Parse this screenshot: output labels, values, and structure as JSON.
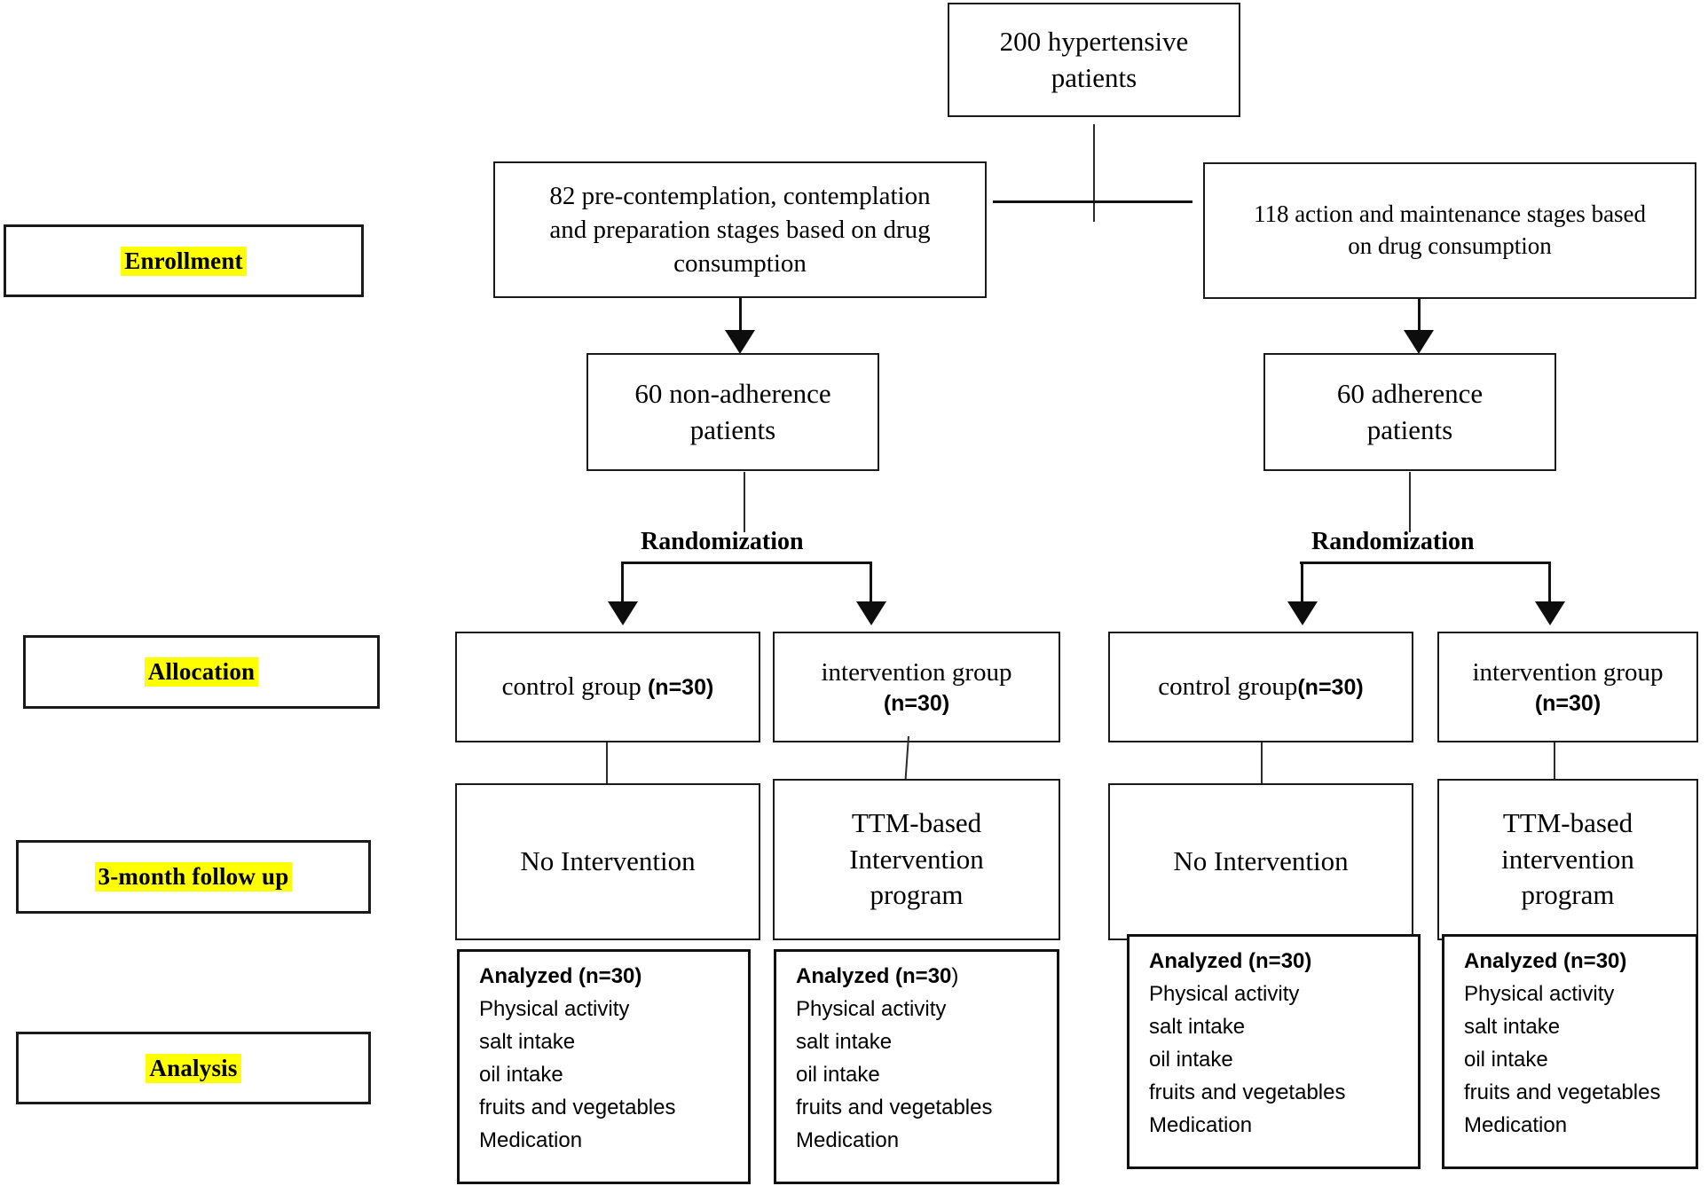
{
  "diagram": {
    "title": "CONSORT-style participant flow diagram",
    "highlight_color": "#ffff00",
    "line_color": "#111111"
  },
  "stages": [
    {
      "key": "enrollment",
      "label": "Enrollment"
    },
    {
      "key": "allocation",
      "label": "Allocation"
    },
    {
      "key": "followup",
      "label": "3-month follow up"
    },
    {
      "key": "analysis",
      "label": "Analysis"
    }
  ],
  "nodes": {
    "root": {
      "line1": "200 hypertensive",
      "line2": "patients"
    },
    "left_stage": {
      "line1": "82 pre-contemplation, contemplation",
      "line2": "and  preparation stages based on drug",
      "line3": "consumption"
    },
    "right_stage": {
      "line1": "118 action and maintenance stages based",
      "line2": "on drug consumption"
    },
    "left_adherence": {
      "line1": "60 non-adherence",
      "line2": "patients"
    },
    "right_adherence": {
      "line1": "60 adherence",
      "line2": "patients"
    },
    "randomization_left": {
      "label": "Randomization"
    },
    "randomization_right": {
      "label": "Randomization"
    },
    "left_control": {
      "text": "control group ",
      "n": "(n=30)"
    },
    "left_intervention": {
      "text": "intervention group",
      "n": "(n=30)"
    },
    "right_control": {
      "text": "control group",
      "n": "(n=30)"
    },
    "right_intervention": {
      "text": "intervention group",
      "n": "(n=30)"
    },
    "left_control_followup": {
      "line1": "No Intervention"
    },
    "left_intervention_followup": {
      "line1": "TTM-based",
      "line2": "Intervention",
      "line3": "program"
    },
    "right_control_followup": {
      "line1": "No Intervention"
    },
    "right_intervention_followup": {
      "line1": "TTM-based",
      "line2": "intervention",
      "line3": "program"
    }
  },
  "analysis_boxes": [
    {
      "key": "left-control-analysis",
      "head": "Analyzed (n=30)",
      "head_bold": "Analyzed (n=30)",
      "head_tail": "",
      "items": [
        "Physical activity",
        "salt intake",
        "oil intake",
        "fruits and vegetables",
        "Medication"
      ]
    },
    {
      "key": "left-intervention-analysis",
      "head": "Analyzed (n=30)",
      "head_bold": "Analyzed (n=30",
      "head_tail": ")",
      "items": [
        "Physical activity",
        "salt intake",
        "oil intake",
        "fruits and vegetables",
        "Medication"
      ]
    },
    {
      "key": "right-control-analysis",
      "head": "Analyzed (n=30)",
      "head_bold": "Analyzed (n=30)",
      "head_tail": "",
      "items": [
        "Physical activity",
        "salt intake",
        "oil intake",
        "fruits and vegetables",
        "Medication"
      ]
    },
    {
      "key": "right-intervention-analysis",
      "head": "Analyzed (n=30)",
      "head_bold": "Analyzed (n=30)",
      "head_tail": "",
      "items": [
        "Physical activity",
        "salt intake",
        "oil intake",
        "fruits and vegetables",
        "Medication"
      ]
    }
  ]
}
